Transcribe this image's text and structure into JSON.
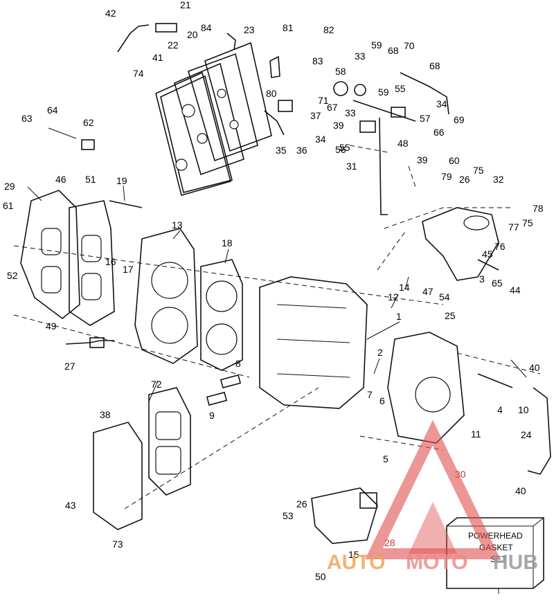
{
  "callouts": [
    "1",
    "2",
    "3",
    "4",
    "5",
    "6",
    "7",
    "8",
    "9",
    "10",
    "11",
    "12",
    "13",
    "14",
    "15",
    "16",
    "17",
    "18",
    "19",
    "20",
    "21",
    "22",
    "23",
    "24",
    "25",
    "26",
    "26",
    "27",
    "28",
    "29",
    "30",
    "31",
    "32",
    "33",
    "33",
    "34",
    "34",
    "35",
    "36",
    "37",
    "38",
    "39",
    "39",
    "40",
    "40",
    "41",
    "42",
    "43",
    "44",
    "45",
    "46",
    "47",
    "48",
    "49",
    "50",
    "51",
    "52",
    "53",
    "54",
    "55",
    "55",
    "56",
    "57",
    "58",
    "59",
    "59",
    "60",
    "61",
    "62",
    "63",
    "64",
    "65",
    "66",
    "67",
    "68",
    "68",
    "69",
    "70",
    "71",
    "72",
    "73",
    "74",
    "75",
    "75",
    "76",
    "77",
    "78",
    "79",
    "80",
    "81",
    "82",
    "83",
    "84"
  ],
  "kit_box": {
    "line1": "POWERHEAD",
    "line2": "GASKET",
    "line3": "SET"
  },
  "watermark": {
    "part1": "AUTO",
    "part2": "MOTO",
    "part3": "HUB"
  },
  "colors": {
    "ink": "#111111",
    "watermark_orange": "#f0a35b",
    "watermark_red": "#ef8a8a",
    "watermark_gray": "#9a9a9a",
    "triangle": "#e05050"
  }
}
